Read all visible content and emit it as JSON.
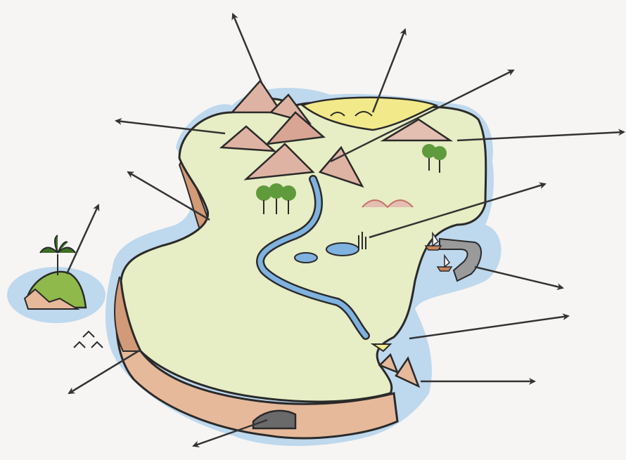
{
  "diagram": {
    "type": "unlabelled island landform map",
    "colors": {
      "paper": "#f6f5f4",
      "sea": "#8fbfe8",
      "sea_dark": "#6ea6dc",
      "land": "#e7edc4",
      "land_shade": "#d6e09a",
      "beach": "#f2e98a",
      "cliff": "#e6b99a",
      "cliff_dark": "#d39a78",
      "mountain": "#dfb3a3",
      "mountain_shade": "#c98877",
      "river": "#7fb2df",
      "tree": "#5f9a3c",
      "rock": "#9a9a9a",
      "ink": "#2a2a2a",
      "arrow": "#333333"
    },
    "pointers": [
      {
        "name": "arrow-mountain-peak"
      },
      {
        "name": "arrow-bay-beach"
      },
      {
        "name": "arrow-mountain-range"
      },
      {
        "name": "arrow-hills"
      },
      {
        "name": "arrow-east-hills"
      },
      {
        "name": "arrow-cliff-west"
      },
      {
        "name": "arrow-small-island"
      },
      {
        "name": "arrow-lake"
      },
      {
        "name": "arrow-harbour"
      },
      {
        "name": "arrow-river-mouth"
      },
      {
        "name": "arrow-stacks"
      },
      {
        "name": "arrow-cave"
      },
      {
        "name": "arrow-south-rocks"
      }
    ]
  }
}
